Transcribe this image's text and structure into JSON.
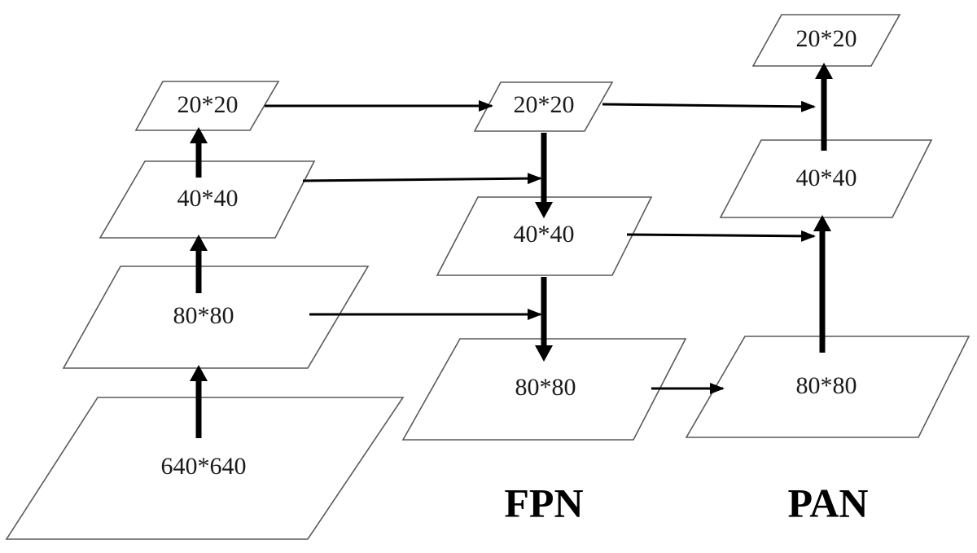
{
  "sections": {
    "fpn": "FPN",
    "pan": "PAN"
  },
  "backbone": {
    "p640": "640*640",
    "p80": "80*80",
    "p40": "40*40",
    "p20": "20*20"
  },
  "fpn": {
    "p20": "20*20",
    "p40": "40*40",
    "p80": "80*80"
  },
  "pan": {
    "p80": "80*80",
    "p40": "40*40",
    "p20": "20*20"
  }
}
